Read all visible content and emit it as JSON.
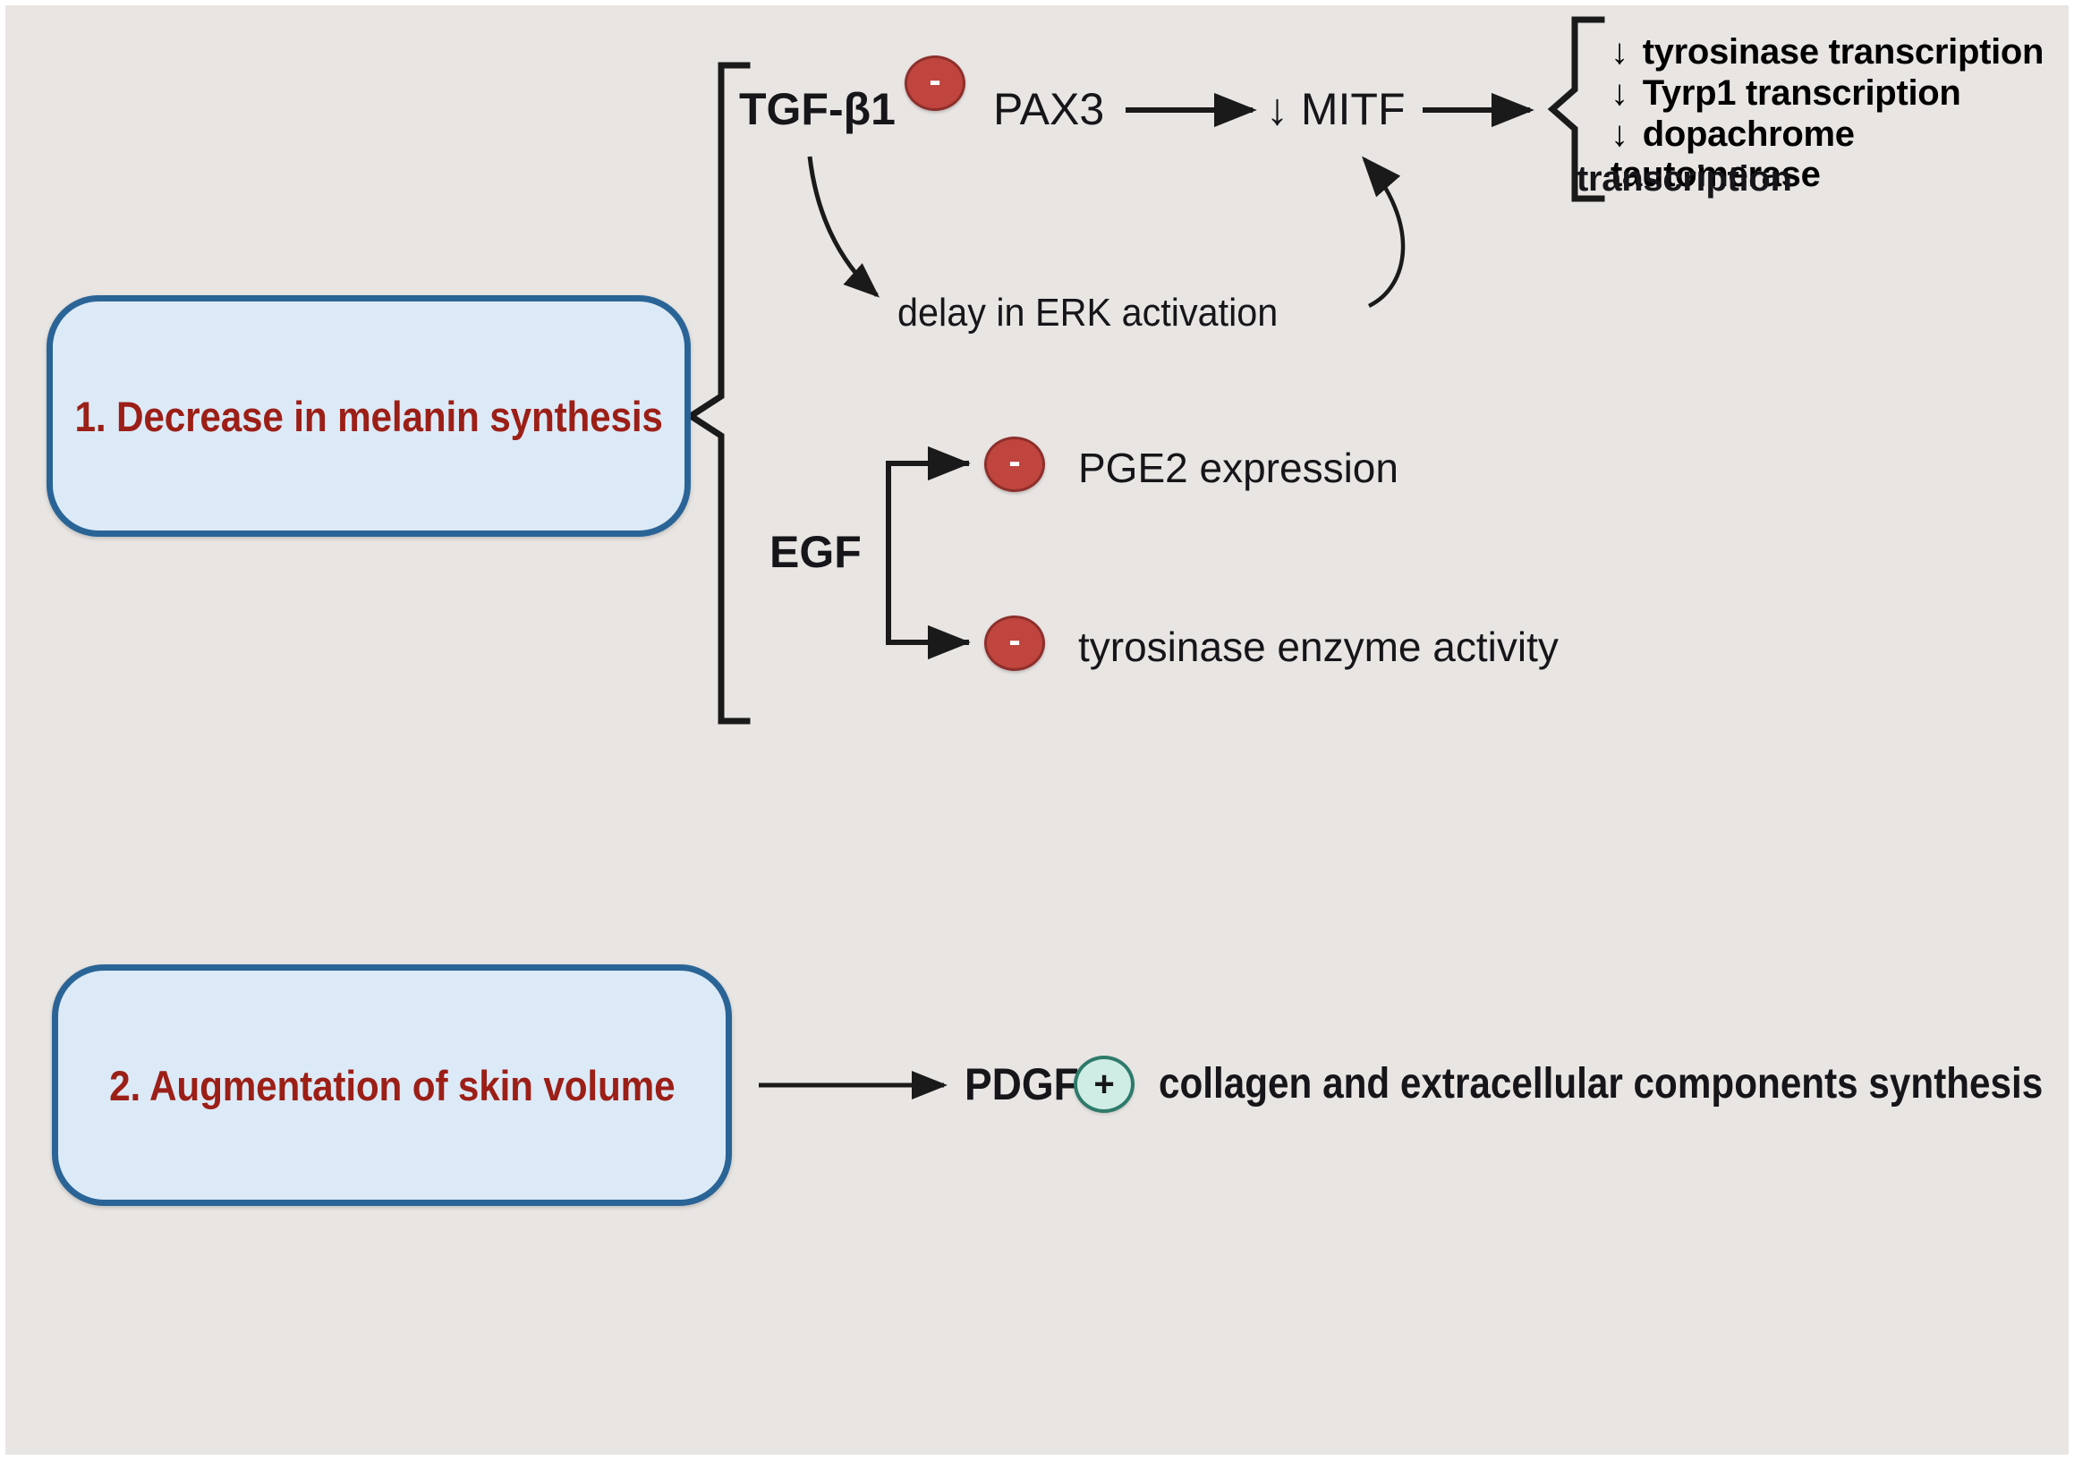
{
  "figure": {
    "background_color": "#e8e5e3",
    "box_fill": "#dceaf7",
    "box_border": "#2a6496",
    "box_text_color": "#9c1f17",
    "inhibit_color": "#c0453f",
    "activate_color": "#cfede5",
    "activate_border": "#2e7a6b"
  },
  "boxes": [
    {
      "id": "box1",
      "label": "1. Decrease in melanin synthesis"
    },
    {
      "id": "box2",
      "label": "2.  Augmentation of skin volume"
    }
  ],
  "pathway1": {
    "tgf_label": "TGF-β1",
    "tgf_sign": "-",
    "pax3_label": "PAX3",
    "mitf_label": "↓ MITF",
    "erk_label": "delay in ERK activation",
    "outcomes": [
      {
        "arrow": "↓",
        "text": "tyrosinase transcription"
      },
      {
        "arrow": "↓",
        "text": "Tyrp1 transcription"
      },
      {
        "arrow": "↓",
        "text": "dopachrome tautomerase"
      }
    ],
    "outcomes_continuation": "transcription"
  },
  "pathway2": {
    "egf_label": "EGF",
    "targets": [
      {
        "sign": "-",
        "text": "PGE2 expression"
      },
      {
        "sign": "-",
        "text": "tyrosinase enzyme activity"
      }
    ]
  },
  "pathway3": {
    "pdgf_label": "PDGF",
    "pdgf_sign": "+",
    "effect": "collagen and extracellular components synthesis"
  }
}
